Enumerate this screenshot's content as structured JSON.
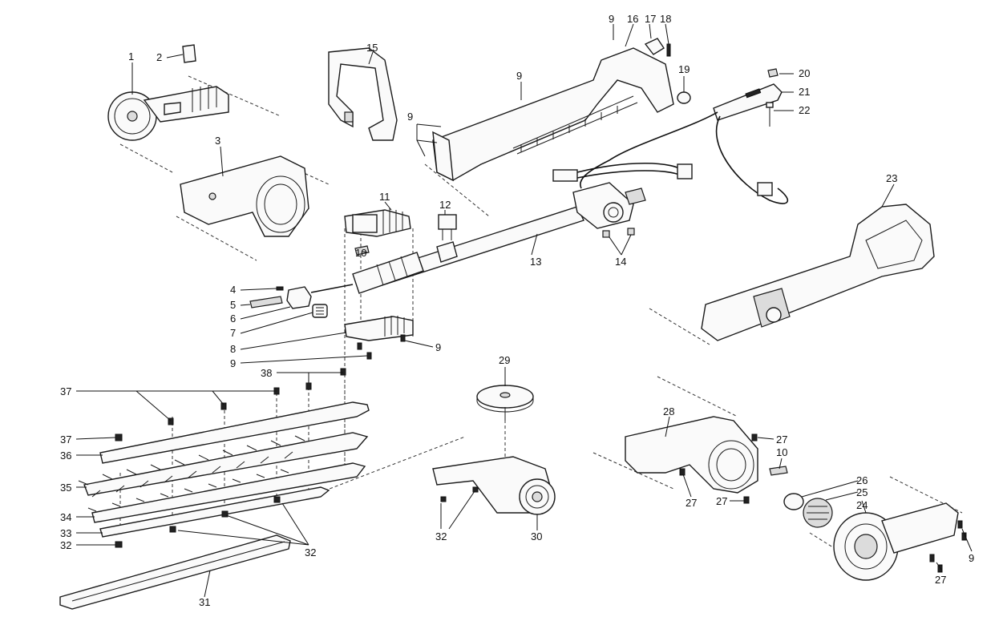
{
  "diagram": {
    "labels": [
      "1",
      "2",
      "3",
      "4",
      "5",
      "6",
      "7",
      "8",
      "9",
      "9",
      "9",
      "9",
      "9",
      "9",
      "10",
      "10",
      "11",
      "12",
      "13",
      "14",
      "15",
      "16",
      "17",
      "18",
      "19",
      "20",
      "21",
      "22",
      "23",
      "24",
      "25",
      "26",
      "27",
      "27",
      "27",
      "27",
      "28",
      "29",
      "30",
      "31",
      "32",
      "32",
      "32",
      "33",
      "34",
      "35",
      "36",
      "37",
      "37",
      "38"
    ]
  }
}
